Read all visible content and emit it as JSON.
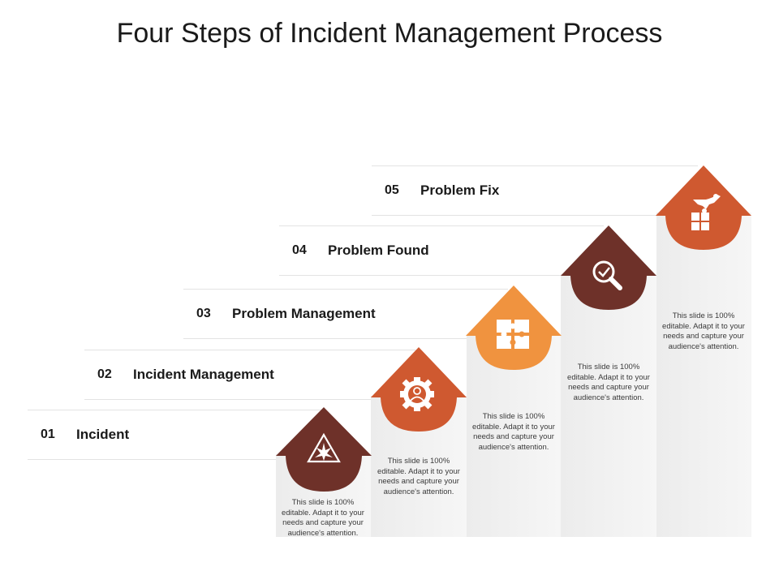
{
  "title": "Four Steps of Incident Management Process",
  "steps": [
    {
      "num": "01",
      "label": "Incident",
      "icon": "warning-triangle-icon",
      "color": "#6e3129",
      "desc": "This slide is 100% editable. Adapt it to your needs and capture your audience's attention."
    },
    {
      "num": "02",
      "label": "Incident Management",
      "icon": "gear-user-icon",
      "color": "#cf5930",
      "desc": "This slide is 100% editable. Adapt it to your needs and capture your audience's attention."
    },
    {
      "num": "03",
      "label": "Problem Management",
      "icon": "puzzle-icon",
      "color": "#f0933f",
      "desc": "This slide is 100% editable. Adapt it to your needs and capture your audience's attention."
    },
    {
      "num": "04",
      "label": "Problem Found",
      "icon": "magnifier-check-icon",
      "color": "#6e3129",
      "desc": "This slide is 100% editable. Adapt it to your needs and capture your audience's attention."
    },
    {
      "num": "05",
      "label": "Problem Fix",
      "icon": "hand-puzzle-icon",
      "color": "#cf5930",
      "desc": "This slide is 100% editable. Adapt it to your needs and capture your audience's attention."
    }
  ]
}
